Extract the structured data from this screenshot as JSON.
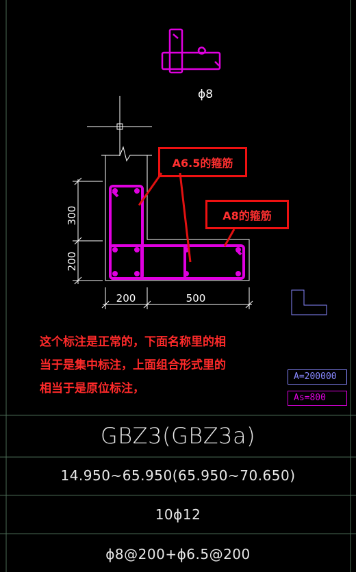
{
  "detail": {
    "top_label": "ϕ8",
    "dim_300": "300",
    "dim_200_vertical": "200",
    "dim_200_horizontal": "200",
    "dim_500": "500"
  },
  "callouts": {
    "a65": "A6.5的箍筋",
    "a8": "A8的箍筋"
  },
  "note_lines": [
    "这个标注是正常的，下面名称里的相",
    "当于是集中标注，上面组合形式里的",
    "相当于是原位标注，"
  ],
  "legend": {
    "area": "A=200000",
    "steel": "As=800"
  },
  "table": {
    "name": "GBZ3(GBZ3a)",
    "elevation": "14.950~65.950(65.950~70.650)",
    "longitudinal": "10ϕ12",
    "stirrup": "ϕ8@200+ϕ6.5@200"
  },
  "colors": {
    "rebar": "#e000e0",
    "callout": "#e11111",
    "legend_area": "#8888ff",
    "legend_steel": "#e000e0"
  }
}
